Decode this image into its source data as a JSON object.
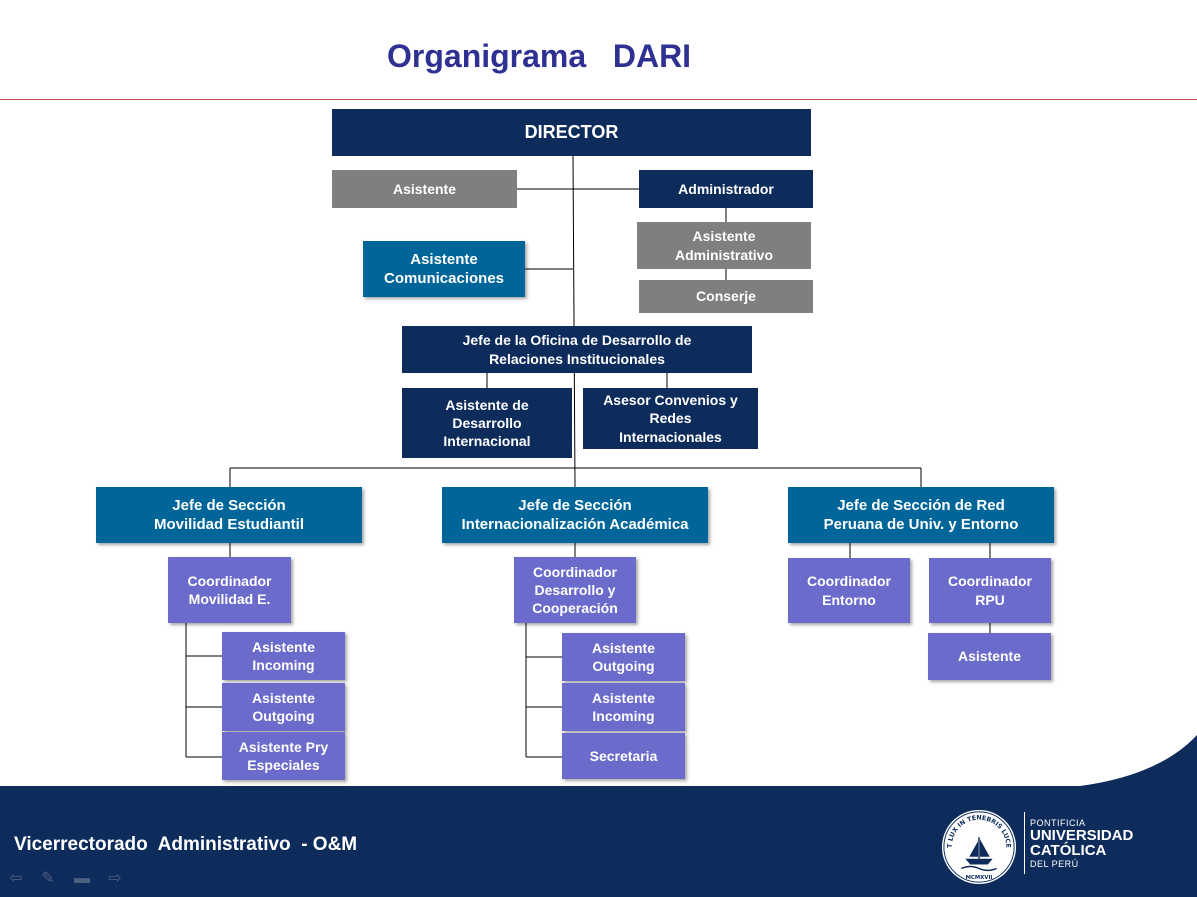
{
  "title": "Organigrama   DARI",
  "nodes": {
    "director": "DIRECTOR",
    "asistente_director": "Asistente",
    "administrador": "Administrador",
    "asistente_comunicaciones": "Asistente\nComunicaciones",
    "asistente_administrativo": "Asistente\nAdministrativo",
    "conserje": "Conserje",
    "jefe_oficina": "Jefe de la Oficina de Desarrollo de\nRelaciones Institucionales",
    "asistente_desarrollo_internacional": "Asistente de\nDesarrollo\nInternacional",
    "asesor_convenios": "Asesor Convenios y\nRedes\nInternacionales",
    "jefe_movilidad": "Jefe de Sección\nMovilidad Estudiantil",
    "jefe_internacionalizacion": "Jefe de Sección\nInternacionalización Académica",
    "jefe_red": "Jefe de Sección de Red\nPeruana de Univ. y Entorno",
    "coord_movilidad": "Coordinador\nMovilidad  E.",
    "mov_incoming": "Asistente\nIncoming",
    "mov_outgoing": "Asistente\nOutgoing",
    "mov_pry": "Asistente Pry\nEspeciales",
    "coord_desarrollo": "Coordinador\nDesarrollo y\nCooperación",
    "int_outgoing": "Asistente\nOutgoing",
    "int_incoming": "Asistente\nIncoming",
    "int_secretaria": "Secretaria",
    "coord_entorno": "Coordinador\nEntorno",
    "coord_rpu": "Coordinador\nRPU",
    "rpu_asistente": "Asistente"
  },
  "colors": {
    "navy": "#0d2c5c",
    "gray": "#7f7f7f",
    "teal": "#006699",
    "purple": "#6b6bcc",
    "title": "#2e3192"
  },
  "footer": {
    "text": "Vicerrectorado  Administrativo  - O&M",
    "nav_icons": [
      "back-arrow-icon",
      "pen-icon",
      "menu-icon",
      "forward-arrow-icon"
    ]
  },
  "logo": {
    "seal_motto": "ET LUX IN TENEBRIS LUCET",
    "seal_year": "MCMXVII",
    "line1": "PONTIFICIA",
    "line2": "UNIVERSIDAD",
    "line3": "CATÓLICA",
    "line4": "DEL PERÚ"
  }
}
